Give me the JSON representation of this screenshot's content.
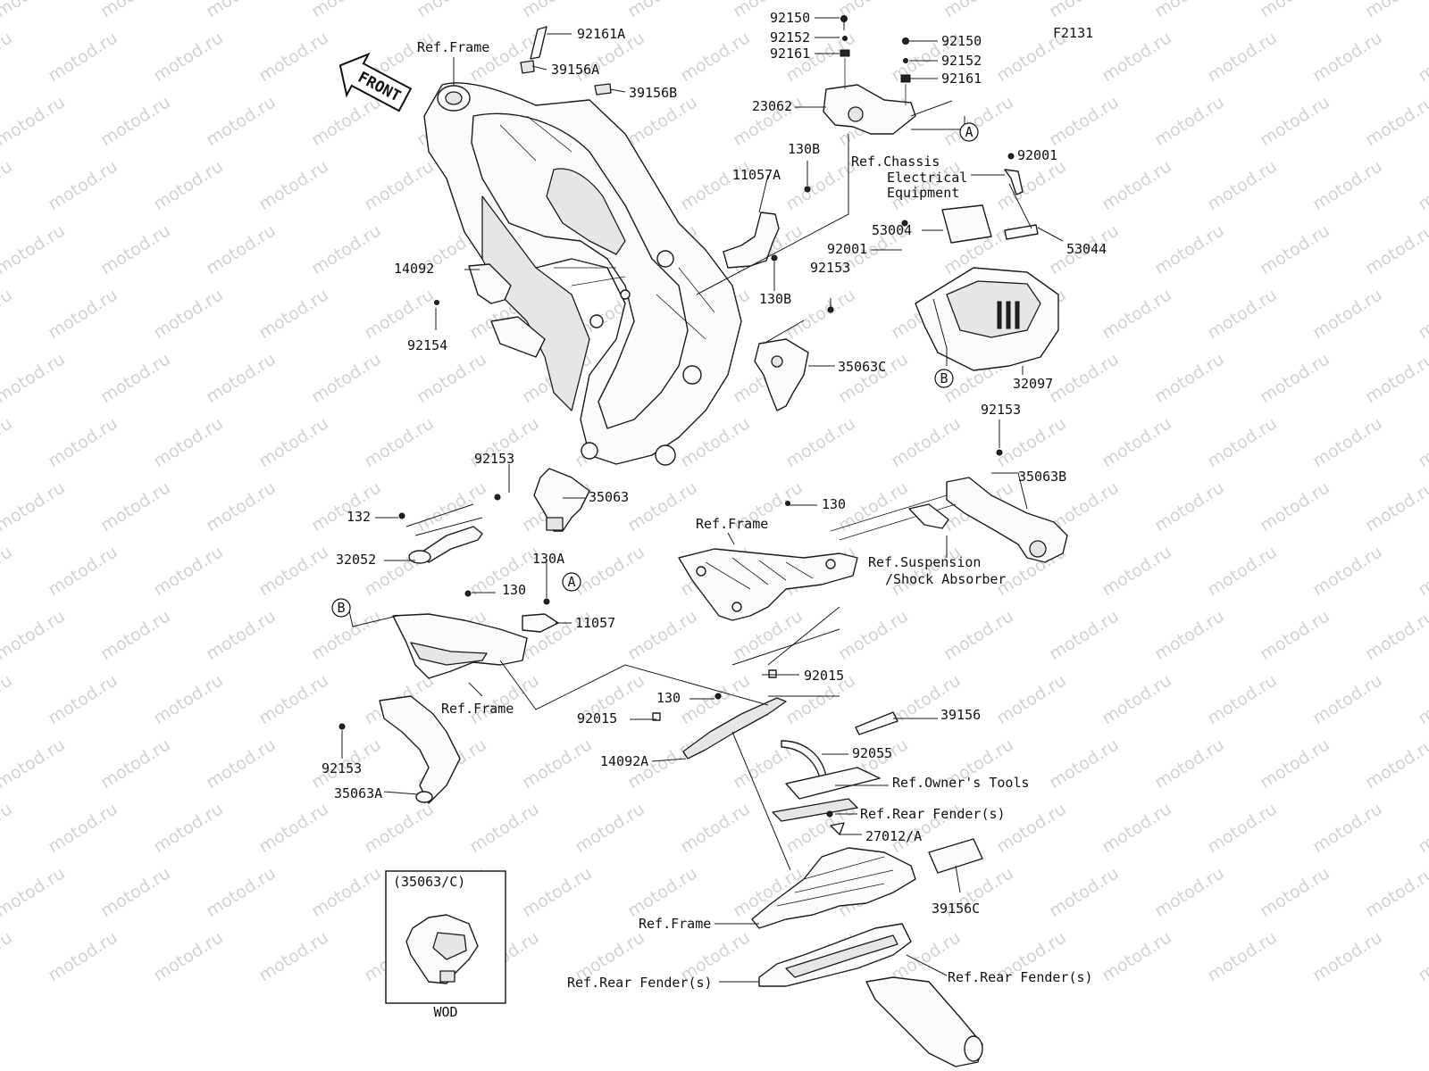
{
  "figure_code": "F2131",
  "watermark": "motod.ru",
  "front_marker": "FRONT",
  "inset": {
    "title": "(35063/C)",
    "caption": "WOD"
  },
  "callouts": {
    "A": "A",
    "B": "B"
  },
  "labels": [
    "Ref.Frame",
    "92161A",
    "39156A",
    "39156B",
    "92150",
    "92152",
    "92161",
    "92150",
    "92152",
    "92161",
    "23062",
    "130B",
    "11057A",
    "Ref.Chassis",
    "Electrical",
    "Equipment",
    "92001",
    "53004",
    "92001",
    "53044",
    "14092",
    "92153",
    "130B",
    "92154",
    "35063C",
    "32097",
    "92153",
    "92153",
    "35063",
    "35063B",
    "132",
    "130",
    "Ref.Frame",
    "32052",
    "130A",
    "Ref.Suspension",
    "/Shock Absorber",
    "130",
    "11057",
    "Ref.Frame",
    "92015",
    "130",
    "92015",
    "39156",
    "92153",
    "14092A",
    "92055",
    "35063A",
    "Ref.Owner's Tools",
    "Ref.Rear Fender(s)",
    "27012/A",
    "39156C",
    "Ref.Frame",
    "Ref.Rear Fender(s)",
    "Ref.Rear Fender(s)"
  ]
}
